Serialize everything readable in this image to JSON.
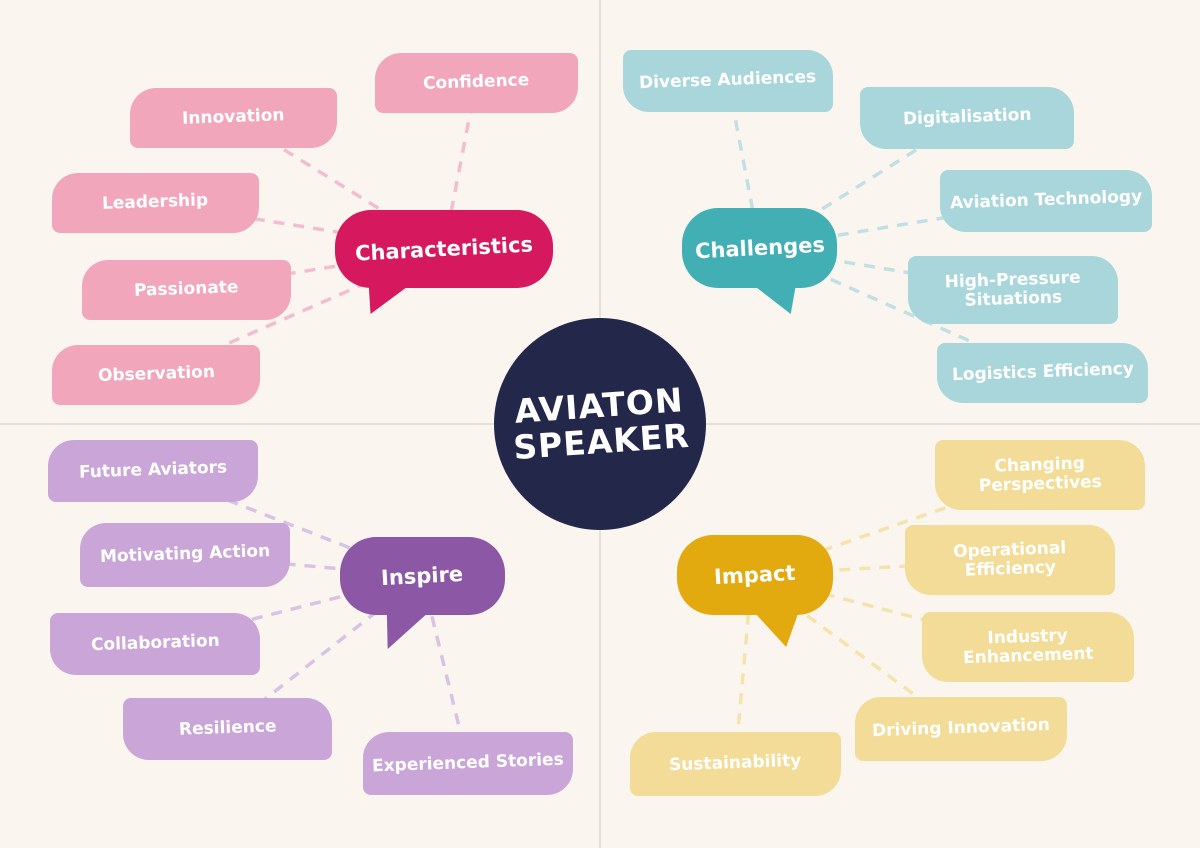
{
  "center": {
    "line1": "AVIATON",
    "line2": "SPEAKER"
  },
  "branches": [
    {
      "label": "Characteristics",
      "leaves": [
        {
          "label": "Confidence"
        },
        {
          "label": "Innovation"
        },
        {
          "label": "Leadership"
        },
        {
          "label": "Passionate"
        },
        {
          "label": "Observation"
        }
      ]
    },
    {
      "label": "Challenges",
      "leaves": [
        {
          "label": "Diverse Audiences"
        },
        {
          "label": "Digitalisation"
        },
        {
          "label": "Aviation Technology"
        },
        {
          "label": "High-Pressure Situations"
        },
        {
          "label": "Logistics Efficiency"
        }
      ]
    },
    {
      "label": "Inspire",
      "leaves": [
        {
          "label": "Future Aviators"
        },
        {
          "label": "Motivating Action"
        },
        {
          "label": "Collaboration"
        },
        {
          "label": "Resilience"
        },
        {
          "label": "Experienced Stories"
        }
      ]
    },
    {
      "label": "Impact",
      "leaves": [
        {
          "label": "Changing Perspectives"
        },
        {
          "label": "Operational Efficiency"
        },
        {
          "label": "Industry Enhancement"
        },
        {
          "label": "Driving Innovation"
        },
        {
          "label": "Sustainability"
        }
      ]
    }
  ],
  "colors": {
    "bg": "#FAF6EF",
    "divider": "#E4E1DB",
    "center_bg": "#23284A",
    "characteristics_bubble": "#D6195E",
    "characteristics_leaf": "#F1A6BB",
    "characteristics_line": "#F2BECD",
    "challenges_bubble": "#41AFB4",
    "challenges_leaf": "#A9D6DB",
    "challenges_line": "#C2E0E4",
    "inspire_bubble": "#8C58A6",
    "inspire_leaf": "#C9A6D7",
    "inspire_line": "#D9C3E4",
    "impact_bubble": "#E3AA10",
    "impact_leaf": "#F3DC97",
    "impact_line": "#F5E3AE"
  }
}
